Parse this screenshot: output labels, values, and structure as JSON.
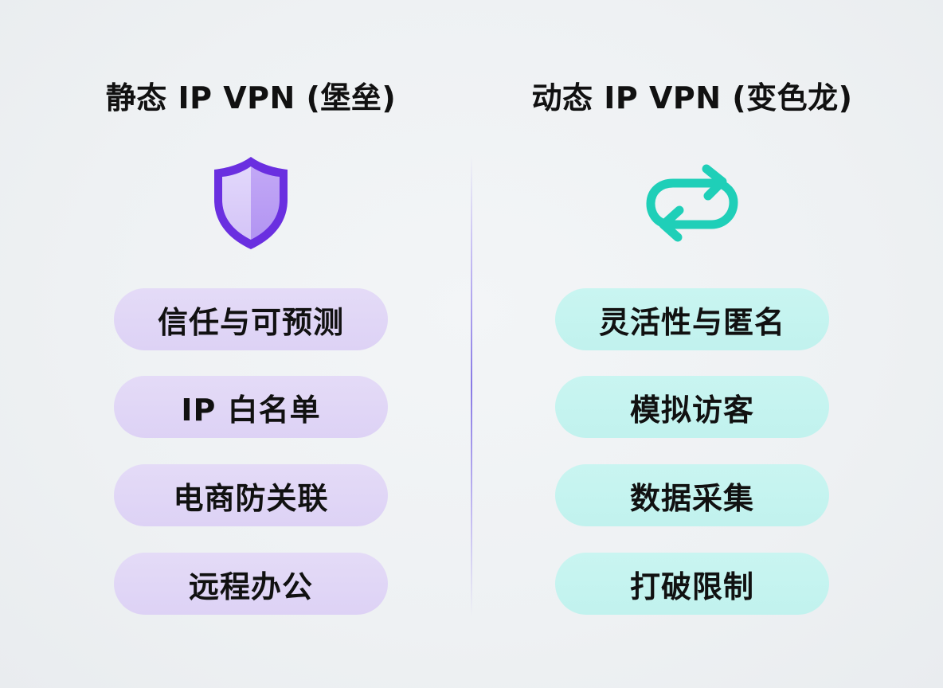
{
  "left": {
    "title": "静态 IP VPN (堡垒)",
    "icon": "shield-icon",
    "accent_color": "#6a2fe0",
    "pill_color": "#e0d6f6",
    "items": [
      {
        "label": "信任与可预测"
      },
      {
        "label": "IP 白名单"
      },
      {
        "label": "电商防关联"
      },
      {
        "label": "远程办公"
      }
    ]
  },
  "right": {
    "title": "动态 IP VPN (变色龙)",
    "icon": "loop-arrows-icon",
    "accent_color": "#1fcfb8",
    "pill_color": "#c6f4f0",
    "items": [
      {
        "label": "灵活性与匿名"
      },
      {
        "label": "模拟访客"
      },
      {
        "label": "数据采集"
      },
      {
        "label": "打破限制"
      }
    ]
  },
  "divider_color": "#7a62e6"
}
